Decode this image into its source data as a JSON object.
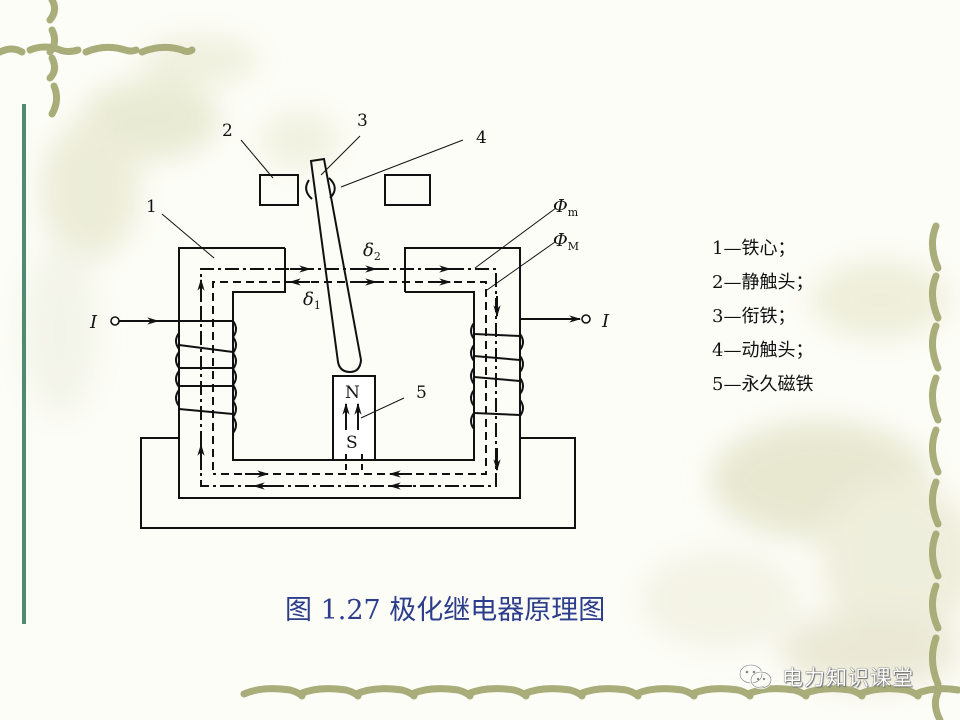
{
  "diagram": {
    "title": "图 1.27 极化继电器原理图",
    "part_labels": {
      "p1": "1",
      "p2": "2",
      "p3": "3",
      "p4": "4",
      "p5": "5"
    },
    "flux_labels": {
      "phi": "Φ",
      "phi_m_sub": "m",
      "phi_M_sub": "M"
    },
    "gap_labels": {
      "delta": "δ",
      "delta1_sub": "1",
      "delta2_sub": "2"
    },
    "current_labels": {
      "left": "I",
      "right": "I"
    },
    "magnet_poles": {
      "north": "N",
      "south": "S"
    }
  },
  "legend": {
    "items": [
      {
        "num": "1",
        "text": "1—铁心；"
      },
      {
        "num": "2",
        "text": "2—静触头；"
      },
      {
        "num": "3",
        "text": "3—衔铁；"
      },
      {
        "num": "4",
        "text": "4—动触头；"
      },
      {
        "num": "5",
        "text": "5—永久磁铁"
      }
    ]
  },
  "watermark": {
    "text": "电力知识课堂",
    "icon": "wechat-icon"
  },
  "colors": {
    "caption": "#2c3d8c",
    "vine": "#a8ad7a",
    "left_bar": "#4f8a72",
    "line": "#111111"
  }
}
